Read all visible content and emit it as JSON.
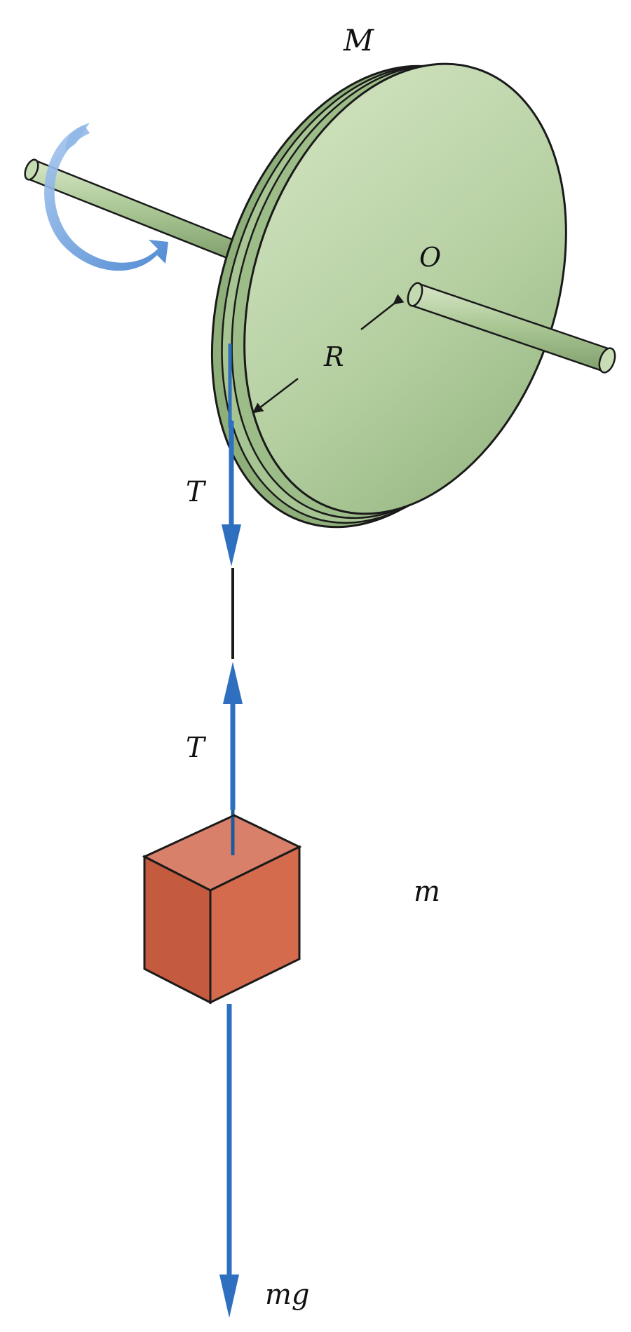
{
  "labels": {
    "disk_mass": "M",
    "center": "O",
    "radius": "R",
    "tension_upper": "T",
    "tension_lower": "T",
    "block_mass": "m",
    "weight": "mg"
  },
  "colors": {
    "disk_face": "#b9d3a6",
    "disk_rim": "#9fbf8a",
    "disk_shadow": "#86a873",
    "axle": "#aac796",
    "block_top": "#d87a5e",
    "block_left": "#c45c3e",
    "block_right": "#b24a30",
    "force_arrow": "#2f6fc0",
    "rotation_arrow": "#5e95d8",
    "outline": "#1a1a1a"
  },
  "icons": {
    "rotation": "curved-rotation-arrow-icon"
  }
}
